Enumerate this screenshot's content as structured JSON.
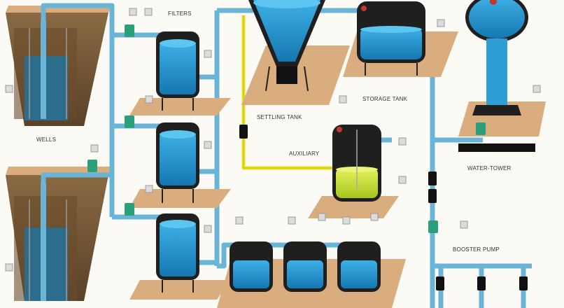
{
  "labels": {
    "filters": "FILTERS",
    "wells": "WELLS",
    "settling_tank": "SETTLING TANK",
    "storage_tank": "STORAGE TANK",
    "auxiliary": "AUXILIARY",
    "water_tower": "WATER-TOWER",
    "booster_pump": "BOOSTER PUMP"
  },
  "colors": {
    "pipe": "#6ab4d6",
    "water": "#2f9ed6",
    "auxiliary_liquid": "#c5e23a",
    "tank_body": "#1f1f1f",
    "platform": "#d9ad7e",
    "ground": "#8a6a44",
    "yellow_line": "#f0e31a",
    "valve": "#2aa07a"
  }
}
